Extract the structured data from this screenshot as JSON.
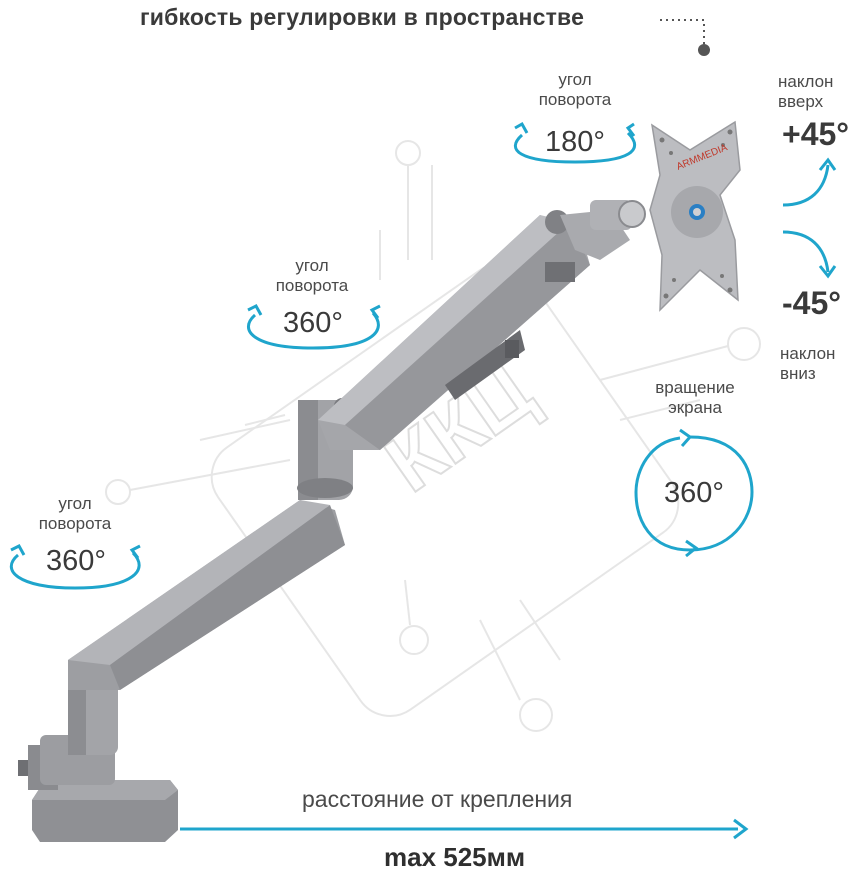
{
  "header": {
    "title": "гибкость регулировки в пространстве"
  },
  "annotations": {
    "top_rotation": {
      "label_line1": "угол",
      "label_line2": "поворота",
      "value": "180°"
    },
    "middle_rotation": {
      "label_line1": "угол",
      "label_line2": "поворота",
      "value": "360°"
    },
    "base_rotation": {
      "label_line1": "угол",
      "label_line2": "поворота",
      "value": "360°"
    },
    "screen_rotation": {
      "label_line1": "вращение",
      "label_line2": "экрана",
      "value": "360°"
    },
    "tilt_up": {
      "label_line1": "наклон",
      "label_line2": "вверх",
      "value": "+45°"
    },
    "tilt_down": {
      "label_line1": "наклон",
      "label_line2": "вниз",
      "value": "-45°"
    }
  },
  "distance": {
    "label": "расстояние от крепления",
    "max": "max 525мм"
  },
  "brand": {
    "vesa_logo_text": "ARMMEDIA",
    "watermark_text": "ККЦ"
  },
  "colors": {
    "accent": "#1fa5cc",
    "arm_silver": "#a9aaad",
    "arm_dark": "#85868a",
    "text": "#3a3a3a"
  }
}
